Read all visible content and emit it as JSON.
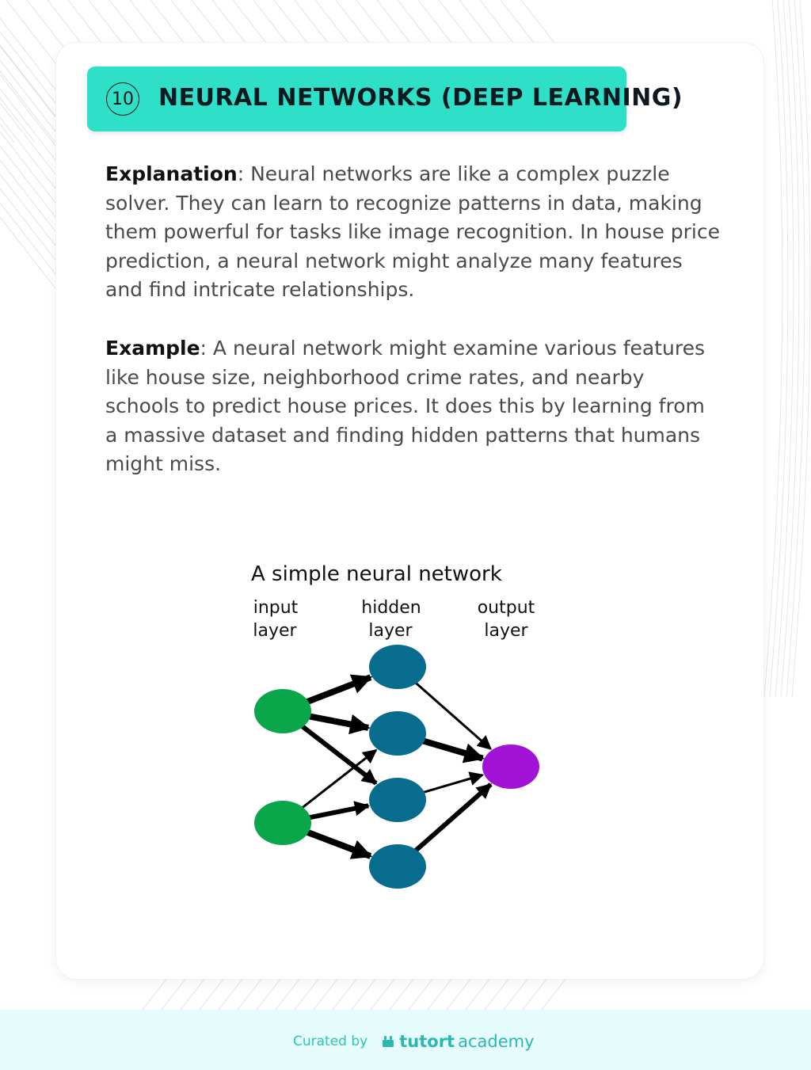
{
  "banner": {
    "number": "10",
    "title": "NEURAL NETWORKS (DEEP LEARNING)"
  },
  "explanation": {
    "label": "Explanation",
    "text": ": Neural networks are like a complex puzzle solver. They can learn to recognize patterns in data, making them powerful for tasks like image recognition. In house price prediction, a neural network might analyze many features and find intricate relationships."
  },
  "example": {
    "label": "Example",
    "text": ": A neural network might examine various features like house size, neighborhood crime rates, and nearby schools to predict house prices. It does this by learning from a massive dataset and finding hidden patterns that humans might miss."
  },
  "diagram": {
    "title": "A simple neural network",
    "layers": [
      {
        "line1": "input",
        "line2": "layer"
      },
      {
        "line1": "hidden",
        "line2": "layer"
      },
      {
        "line1": "output",
        "line2": "layer"
      }
    ],
    "colors": {
      "input": "#0aa64a",
      "hidden": "#086c8f",
      "output": "#a112d4",
      "edge": "#000000"
    }
  },
  "footer": {
    "curated": "Curated by",
    "brand": "tutort",
    "brand_suffix": "academy",
    "colors": {
      "brand": "#2ab8b0",
      "bg": "#e6fbfb"
    }
  }
}
